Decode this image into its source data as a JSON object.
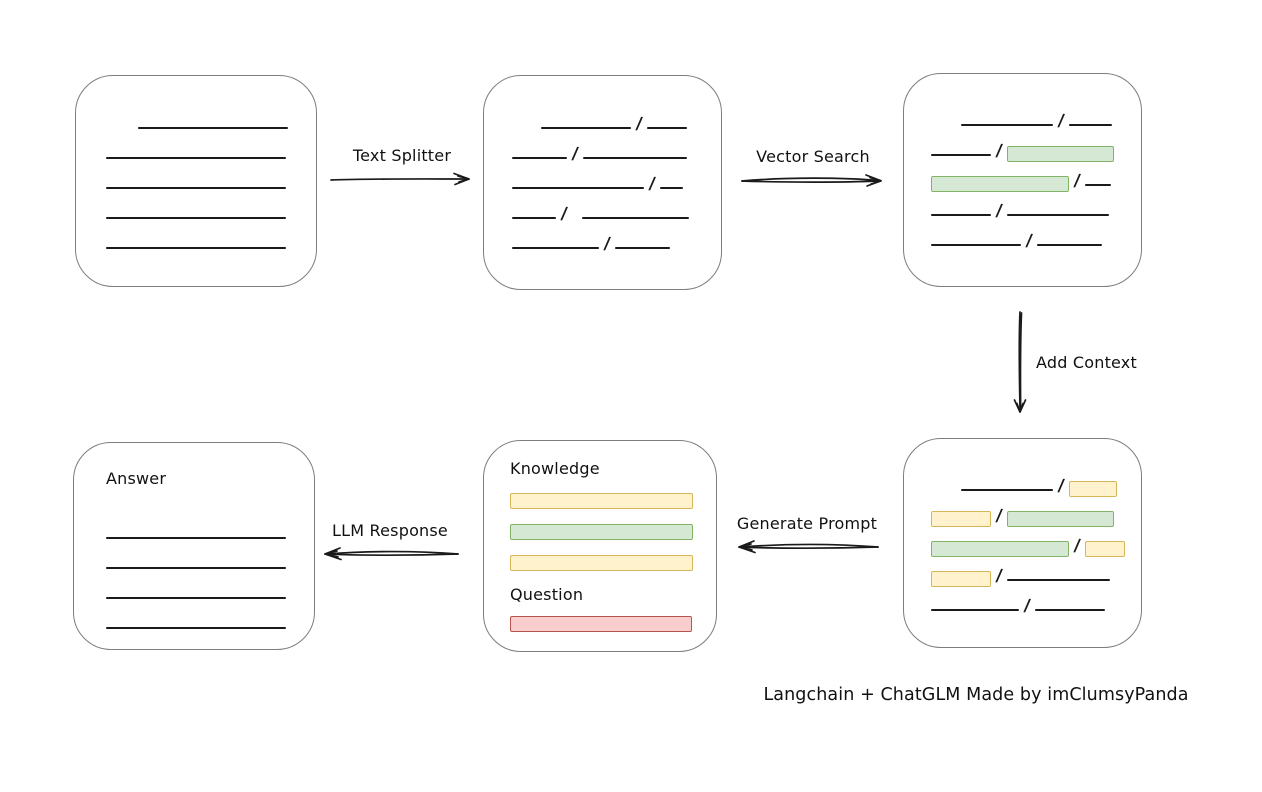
{
  "caption": "Langchain + ChatGLM Made by imClumsyPanda",
  "slash": "/",
  "colors": {
    "box_border": "#7d7d7d",
    "line": "#1a1a1a",
    "green_fill": "#d5e8d4",
    "green_border": "#82b366",
    "yellow_fill": "#fff2cc",
    "yellow_border": "#d6b656",
    "red_fill": "#f8cecc",
    "red_border": "#b85450"
  },
  "arrows": {
    "text_splitter": {
      "label": "Text Splitter",
      "direction": "right"
    },
    "vector_search": {
      "label": "Vector Search",
      "direction": "right"
    },
    "add_context": {
      "label": "Add Context",
      "direction": "down"
    },
    "generate_prompt": {
      "label": "Generate Prompt",
      "direction": "left"
    },
    "llm_response": {
      "label": "LLM Response",
      "direction": "left"
    }
  },
  "boxes": {
    "document": {
      "rows": [
        [
          {
            "kind": "space",
            "w": 32
          },
          {
            "kind": "line",
            "w": 150
          }
        ],
        [
          {
            "kind": "line",
            "w": 180
          }
        ],
        [
          {
            "kind": "line",
            "w": 180
          }
        ],
        [
          {
            "kind": "line",
            "w": 180
          }
        ],
        [
          {
            "kind": "line",
            "w": 180
          }
        ]
      ]
    },
    "chunks": {
      "rows": [
        [
          {
            "kind": "space",
            "w": 29
          },
          {
            "kind": "line",
            "w": 90
          },
          {
            "kind": "slash"
          },
          {
            "kind": "line",
            "w": 40
          }
        ],
        [
          {
            "kind": "line",
            "w": 55
          },
          {
            "kind": "slash"
          },
          {
            "kind": "line",
            "w": 104
          }
        ],
        [
          {
            "kind": "line",
            "w": 132
          },
          {
            "kind": "slash"
          },
          {
            "kind": "line",
            "w": 23
          }
        ],
        [
          {
            "kind": "line",
            "w": 44
          },
          {
            "kind": "slash"
          },
          {
            "kind": "space",
            "w": 10
          },
          {
            "kind": "line",
            "w": 107
          }
        ],
        [
          {
            "kind": "line",
            "w": 87
          },
          {
            "kind": "slash"
          },
          {
            "kind": "line",
            "w": 55
          }
        ]
      ]
    },
    "retrieved": {
      "rows": [
        [
          {
            "kind": "space",
            "w": 30
          },
          {
            "kind": "line",
            "w": 92
          },
          {
            "kind": "slash"
          },
          {
            "kind": "line",
            "w": 43
          }
        ],
        [
          {
            "kind": "line",
            "w": 60
          },
          {
            "kind": "slash"
          },
          {
            "kind": "green",
            "w": 107
          }
        ],
        [
          {
            "kind": "green",
            "w": 138
          },
          {
            "kind": "slash"
          },
          {
            "kind": "line",
            "w": 26
          }
        ],
        [
          {
            "kind": "line",
            "w": 60
          },
          {
            "kind": "slash"
          },
          {
            "kind": "line",
            "w": 102
          }
        ],
        [
          {
            "kind": "line",
            "w": 90
          },
          {
            "kind": "slash"
          },
          {
            "kind": "line",
            "w": 65
          }
        ]
      ]
    },
    "context": {
      "rows": [
        [
          {
            "kind": "space",
            "w": 30
          },
          {
            "kind": "line",
            "w": 92
          },
          {
            "kind": "slash"
          },
          {
            "kind": "yellow",
            "w": 48
          }
        ],
        [
          {
            "kind": "yellow",
            "w": 60
          },
          {
            "kind": "slash"
          },
          {
            "kind": "green",
            "w": 107
          }
        ],
        [
          {
            "kind": "green",
            "w": 138
          },
          {
            "kind": "slash"
          },
          {
            "kind": "yellow",
            "w": 40
          }
        ],
        [
          {
            "kind": "yellow",
            "w": 60
          },
          {
            "kind": "slash"
          },
          {
            "kind": "line",
            "w": 103
          }
        ],
        [
          {
            "kind": "line",
            "w": 88
          },
          {
            "kind": "slash"
          },
          {
            "kind": "line",
            "w": 70
          }
        ]
      ]
    },
    "prompt": {
      "knowledge_label": "Knowledge",
      "question_label": "Question",
      "knowledge_bars": [
        [
          {
            "kind": "yellow",
            "w": 183
          }
        ],
        [
          {
            "kind": "green",
            "w": 183
          }
        ],
        [
          {
            "kind": "yellow",
            "w": 183
          }
        ]
      ],
      "question_bars": [
        [
          {
            "kind": "red",
            "w": 182
          }
        ]
      ]
    },
    "answer": {
      "label": "Answer",
      "rows": [
        [
          {
            "kind": "line",
            "w": 180
          }
        ],
        [
          {
            "kind": "line",
            "w": 180
          }
        ],
        [
          {
            "kind": "line",
            "w": 180
          }
        ],
        [
          {
            "kind": "line",
            "w": 180
          }
        ]
      ]
    }
  }
}
